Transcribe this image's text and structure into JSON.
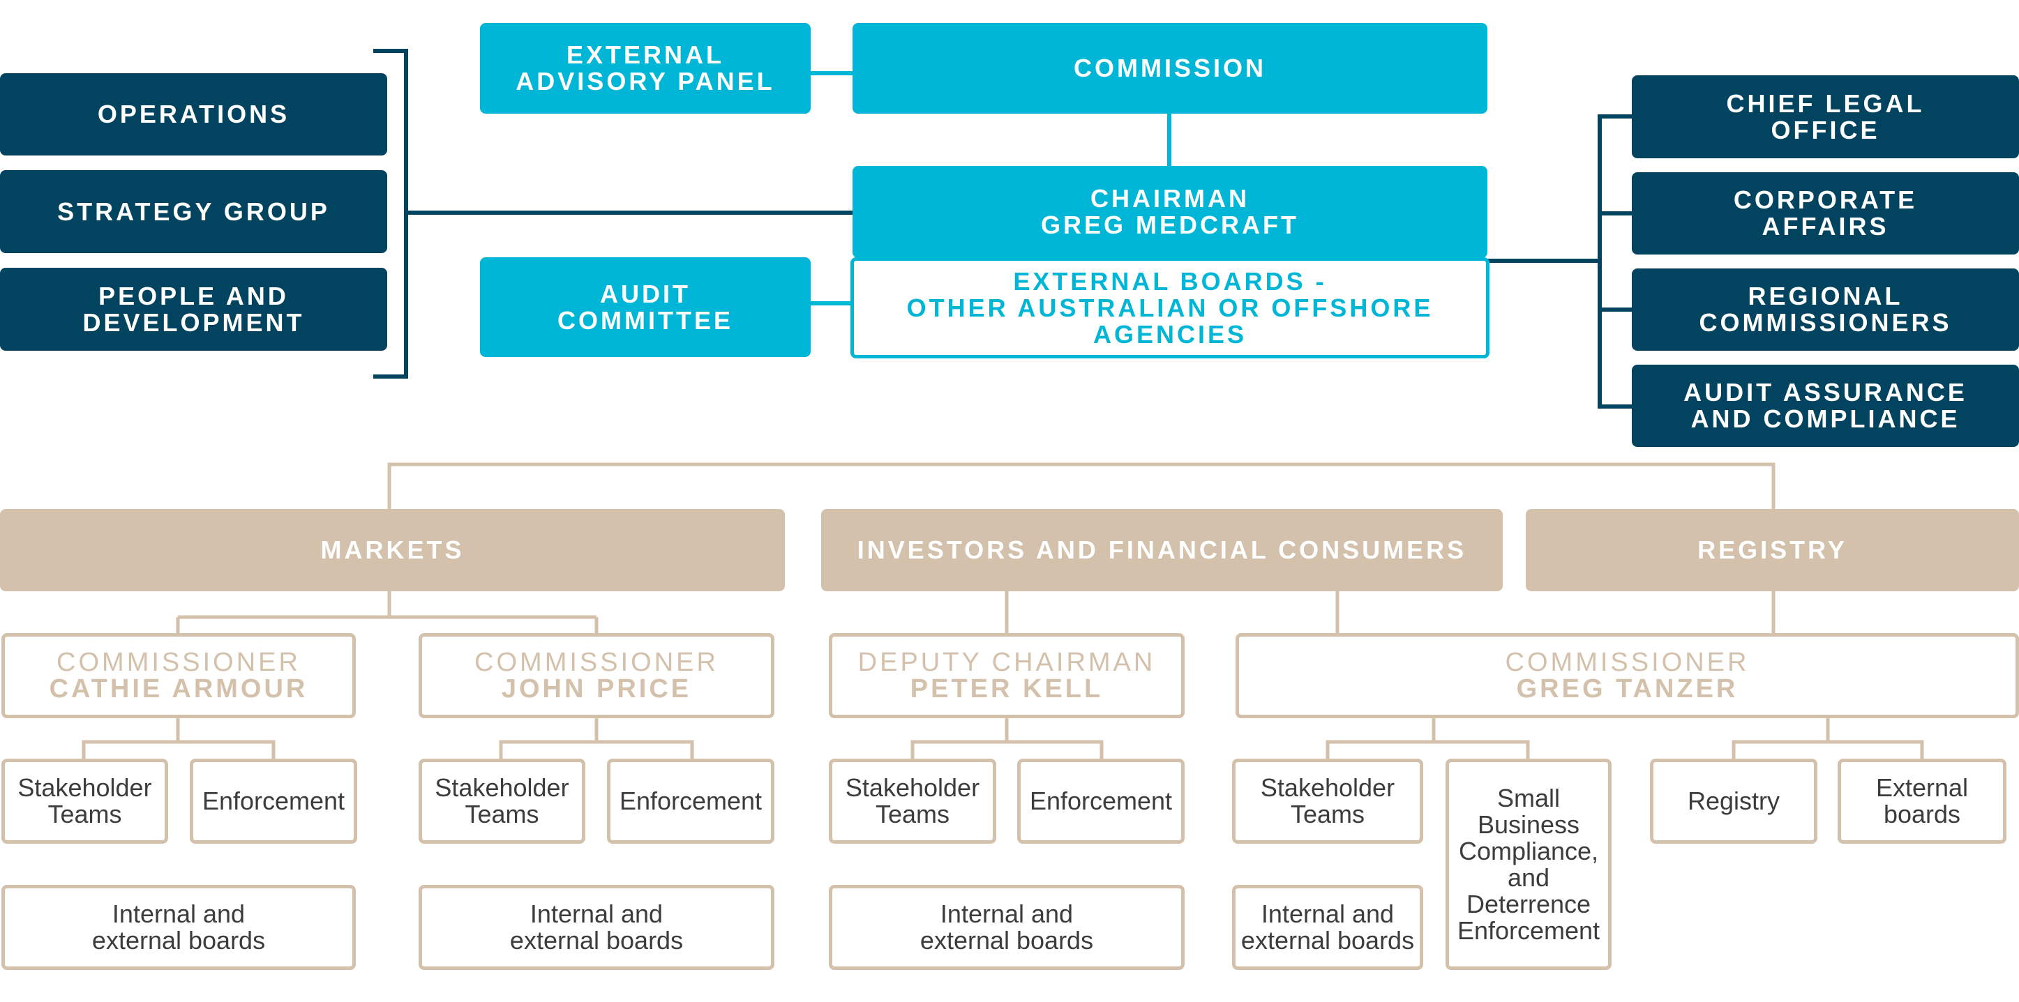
{
  "colors": {
    "navy": "#024460",
    "cyan": "#00b6d6",
    "beige": "#d4c1ab",
    "team_text": "#3c3c3c"
  },
  "top": {
    "external_advisory_panel": [
      "EXTERNAL",
      "ADVISORY PANEL"
    ],
    "commission": "COMMISSION",
    "chairman": {
      "title": "CHAIRMAN",
      "name": "GREG MEDCRAFT"
    },
    "audit_committee": [
      "AUDIT",
      "COMMITTEE"
    ],
    "external_boards": [
      "EXTERNAL BOARDS -",
      "OTHER AUSTRALIAN OR OFFSHORE",
      "AGENCIES"
    ]
  },
  "left_units": {
    "operations": [
      "OPERATIONS"
    ],
    "strategy_group": [
      "STRATEGY GROUP"
    ],
    "people_and_development": [
      "PEOPLE AND",
      "DEVELOPMENT"
    ]
  },
  "right_units": {
    "chief_legal_office": [
      "CHIEF LEGAL",
      "OFFICE"
    ],
    "corporate_affairs": [
      "CORPORATE",
      "AFFAIRS"
    ],
    "regional_commissioners": [
      "REGIONAL",
      "COMMISSIONERS"
    ],
    "audit_assurance": [
      "AUDIT ASSURANCE",
      "AND COMPLIANCE"
    ]
  },
  "divisions": {
    "markets": "MARKETS",
    "investors": "INVESTORS AND FINANCIAL CONSUMERS",
    "registry": "REGISTRY"
  },
  "leaders": {
    "armour": {
      "title": "COMMISSIONER",
      "name": "CATHIE ARMOUR"
    },
    "price": {
      "title": "COMMISSIONER",
      "name": "JOHN PRICE"
    },
    "kell": {
      "title": "DEPUTY CHAIRMAN",
      "name": "PETER KELL"
    },
    "tanzer": {
      "title": "COMMISSIONER",
      "name": "GREG TANZER"
    }
  },
  "teams": {
    "stakeholder_teams": [
      "Stakeholder",
      "Teams"
    ],
    "enforcement": [
      "Enforcement"
    ],
    "internal_external_boards": [
      "Internal and",
      "external boards"
    ],
    "small_business": [
      "Small",
      "Business",
      "Compliance,",
      "and",
      "Deterrence",
      "Enforcement"
    ],
    "registry": [
      "Registry"
    ],
    "external_boards": [
      "External",
      "boards"
    ]
  }
}
